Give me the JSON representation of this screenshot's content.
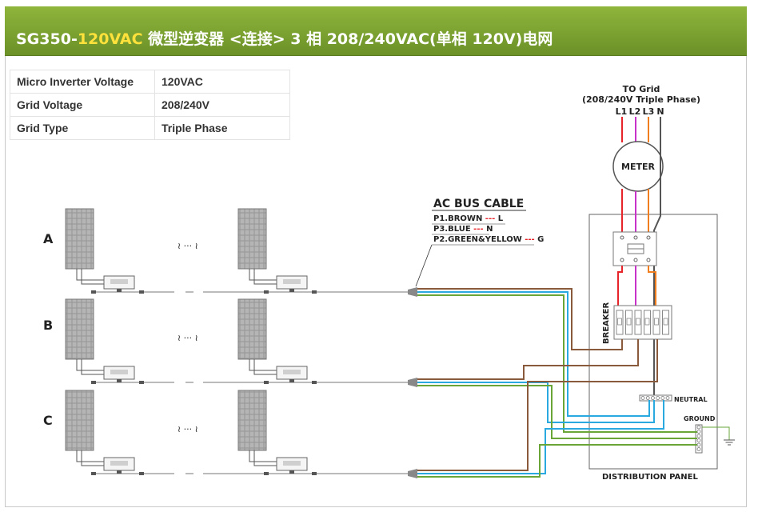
{
  "header": {
    "title_prefix": "SG350-",
    "title_highlight": "120VAC",
    "title_rest": " 微型逆变器 <连接> 3 相 208/240VAC(单相 120V)电网",
    "background_color": "#7ca534",
    "highlight_color": "#ffe13b"
  },
  "specs": [
    {
      "label": "Micro Inverter Voltage",
      "value": "120VAC"
    },
    {
      "label": "Grid  Voltage",
      "value": "208/240V"
    },
    {
      "label": "Grid Type",
      "value": "Triple Phase"
    }
  ],
  "rows": [
    {
      "label": "A"
    },
    {
      "label": "B"
    },
    {
      "label": "C"
    }
  ],
  "continuation": "≀ ··· ≀",
  "ac_bus": {
    "title": "AC BUS CABLE",
    "lines": [
      {
        "pin": "P1.BROWN",
        "dash": "---",
        "signal": "L"
      },
      {
        "pin": "P3.BLUE",
        "dash": "---",
        "signal": "N"
      },
      {
        "pin": "P2.GREEN&YELLOW",
        "dash": "---",
        "signal": "G"
      }
    ]
  },
  "grid": {
    "title": "TO Grid",
    "subtitle": "(208/240V Triple Phase)",
    "phases": [
      "L1",
      "L2",
      "L3",
      "N"
    ],
    "meter_label": "METER"
  },
  "panel": {
    "breaker_label": "BREAKER",
    "neutral_label": "NEUTRAL",
    "ground_label": "GROUND",
    "panel_label": "DISTRIBUTION PANEL"
  },
  "wire_colors": {
    "L1": "#e8242b",
    "L2": "#c832c8",
    "L3": "#f07d1e",
    "N": "#555555",
    "brown": "#8a5a3c",
    "blue": "#2aa9e0",
    "green": "#6aa537"
  }
}
